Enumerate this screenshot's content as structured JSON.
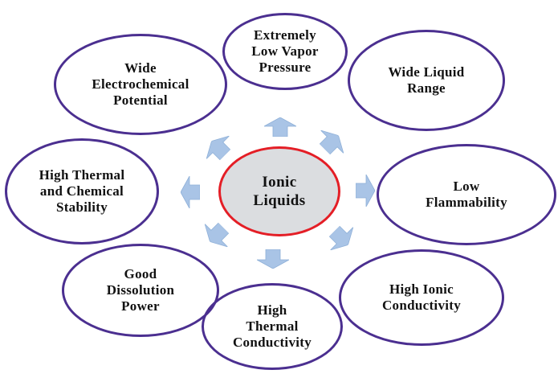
{
  "diagram": {
    "title": "Ionic Liquids properties diagram",
    "center": {
      "label": "Ionic\nLiquids"
    },
    "nodes": [
      {
        "id": "vapor-pressure",
        "position": "top",
        "label": "Extremely\nLow Vapor\nPressure"
      },
      {
        "id": "liquid-range",
        "position": "top-right",
        "label": "Wide Liquid\nRange"
      },
      {
        "id": "flammability",
        "position": "right",
        "label": "Low\nFlammability"
      },
      {
        "id": "ionic-conductivity",
        "position": "bottom-right",
        "label": "High Ionic\nConductivity"
      },
      {
        "id": "thermal-conductivity",
        "position": "bottom",
        "label": "High\nThermal\nConductivity"
      },
      {
        "id": "dissolution-power",
        "position": "bottom-left",
        "label": "Good\nDissolution\nPower"
      },
      {
        "id": "thermal-stability",
        "position": "left",
        "label": "High Thermal\nand Chemical\nStability"
      },
      {
        "id": "electrochemical",
        "position": "top-left",
        "label": "Wide\nElectrochemical\nPotential"
      }
    ],
    "arrows": {
      "shape": "block-arrow-outward",
      "directions": [
        "n",
        "ne",
        "e",
        "se",
        "s",
        "sw",
        "w",
        "nw"
      ]
    }
  },
  "colors": {
    "node_border": "#4b2f90",
    "center_border": "#e41e26",
    "center_fill": "#dbdde0",
    "arrow_fill": "#a9c4e6",
    "text": "#111111",
    "background": "#ffffff"
  }
}
